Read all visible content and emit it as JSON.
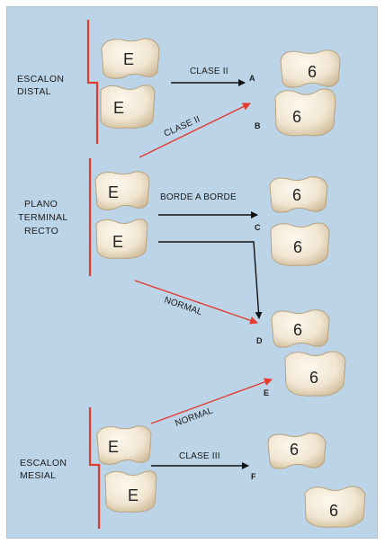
{
  "sections": {
    "distal": {
      "line1": "ESCALON",
      "line2": "DISTAL"
    },
    "recto": {
      "line1": "PLANO",
      "line2": "TERMINAL",
      "line3": "RECTO"
    },
    "mesial": {
      "line1": "ESCALON",
      "line2": "MESIAL"
    }
  },
  "tooth_labels": {
    "deciduous": "E",
    "permanent": "6"
  },
  "arrow_labels": {
    "clase_ii_top": "CLASE II",
    "clase_ii_diag": "CLASE II",
    "borde_a_borde": "BORDE A BORDE",
    "normal_1": "NORMAL",
    "normal_2": "NORMAL",
    "clase_iii": "CLASE III"
  },
  "outcome_letters": {
    "a": "A",
    "b": "B",
    "c": "C",
    "d": "D",
    "e": "E",
    "f": "F"
  },
  "colors": {
    "background": "#bcd4e7",
    "red_line": "#e53a2e",
    "black_arrow": "#111111",
    "tooth": "#f1e6d2"
  }
}
